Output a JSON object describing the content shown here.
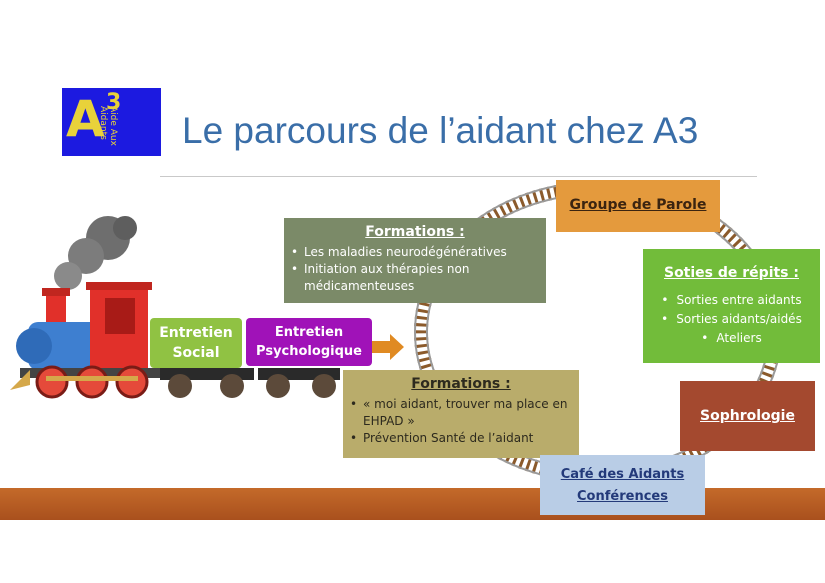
{
  "header": {
    "title": "Le parcours de l’aidant chez A3"
  },
  "logo": {
    "main": "A",
    "sup": "3",
    "text": "Aide Aux Aidants"
  },
  "train": {
    "wagon1_label": "Entretien Social",
    "wagon2_label": "Entretien Psychologique"
  },
  "boxes": {
    "formations1": {
      "title": "Formations :",
      "items": [
        "Les maladies neurodégénératives",
        "Initiation aux thérapies non médicamenteuses"
      ]
    },
    "formations2": {
      "title": "Formations :",
      "items": [
        "« moi aidant, trouver ma place en EHPAD »",
        "Prévention Santé de l’aidant"
      ]
    },
    "groupe": {
      "title": "Groupe de Parole"
    },
    "sorties": {
      "title": "Soties de répits :",
      "items": [
        "Sorties entre aidants",
        "Sorties aidants/aidés",
        "Ateliers"
      ]
    },
    "sophro": {
      "title": "Sophrologie"
    },
    "cafe": {
      "title": "Café des Aidants Conférences"
    }
  },
  "colors": {
    "title": "#3a6ea8",
    "floor": "#c46a2a",
    "formations1": "#7b8a68",
    "formations2": "#b9ac6b",
    "groupe": "#e49a3d",
    "sorties": "#72bc3a",
    "sophro": "#a4492f",
    "cafe": "#b9cde6",
    "entretien_social": "#90c243",
    "entretien_psy": "#a012b8"
  }
}
